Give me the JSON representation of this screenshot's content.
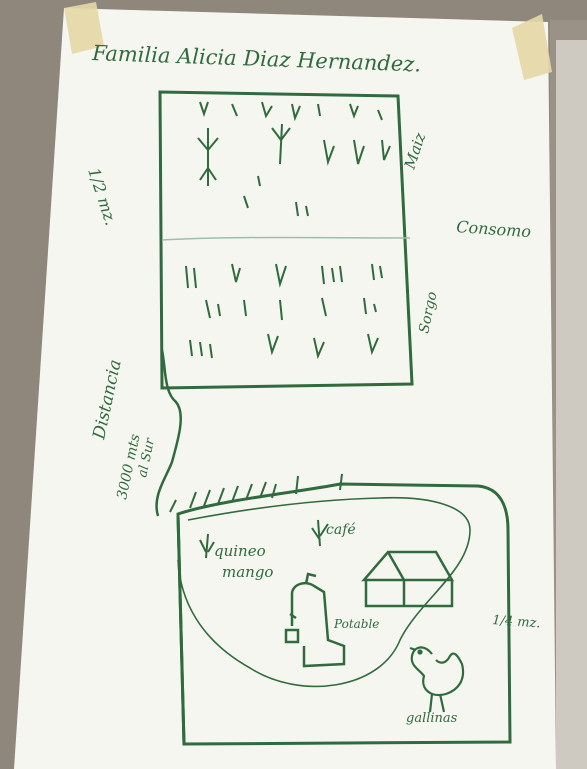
{
  "poster": {
    "title": "Familia Alicia Diaz Hernandez.",
    "field_area": "1/2 mz.",
    "crop_corn": "Maiz",
    "crop_sorghum": "Sorgo",
    "use_label": "Consomo",
    "distance_line1": "Distancia",
    "distance_line2": "3000 mts",
    "distance_line3": "al Sur",
    "plot_area": "1/4 mz.",
    "label_quineo": "quineo",
    "label_mango": "mango",
    "label_cafe": "café",
    "label_potable": "Potable",
    "label_gallinas": "gallinas"
  },
  "colors": {
    "ink": "#2f6b3d",
    "paper": "#f6f6f1",
    "tape": "#e6d8a6",
    "background": "#8f877c"
  }
}
